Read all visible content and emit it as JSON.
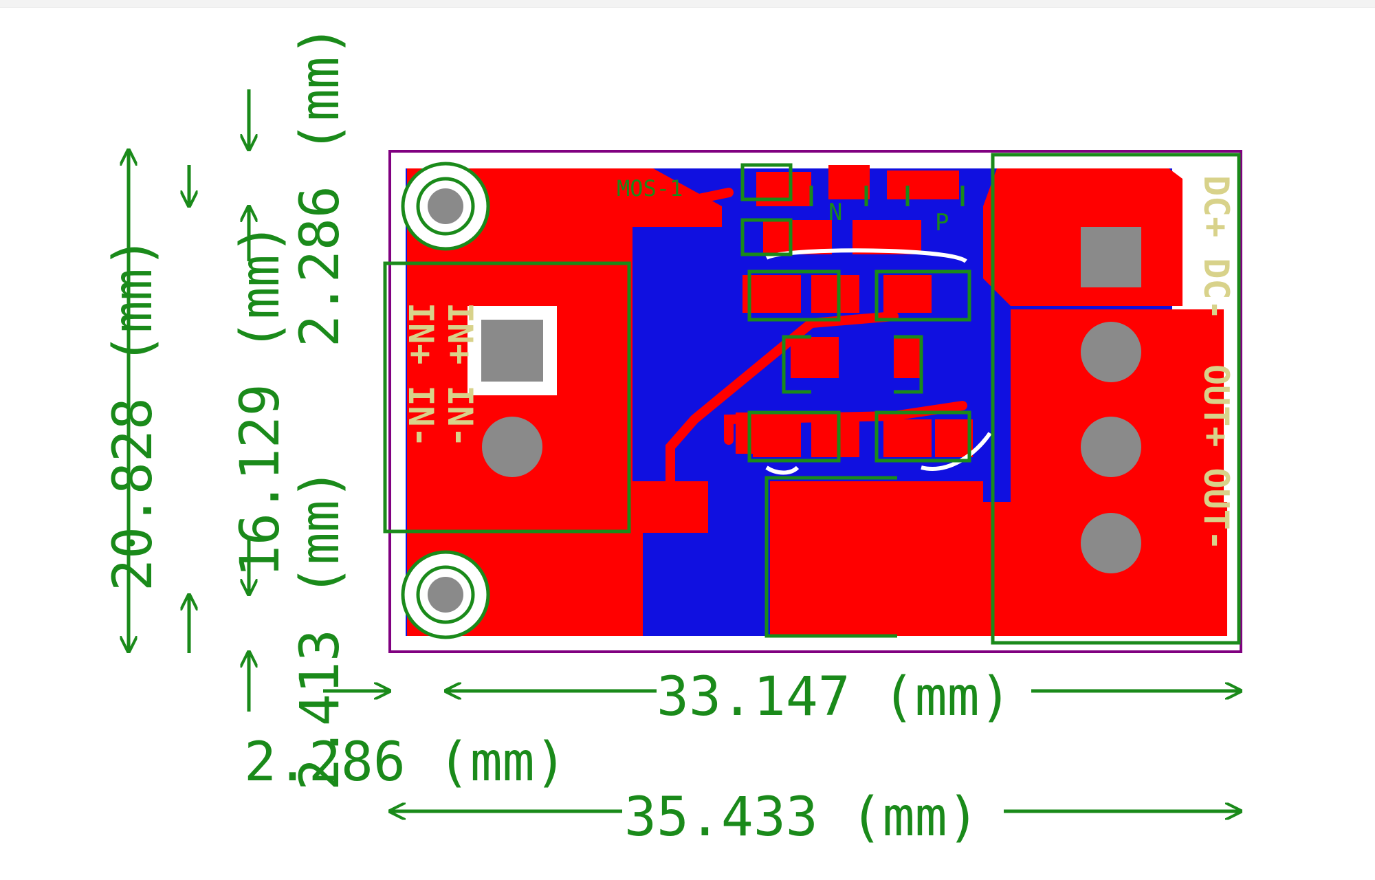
{
  "dimensions": {
    "height_total": "20.828 (mm)",
    "height_mid": "16.129 (mm)",
    "height_top": "2.286 (mm)",
    "height_bottom": "2.413 (mm)",
    "width_inner": "33.147 (mm)",
    "width_margin": "2.286 (mm)",
    "width_total": "35.433 (mm)"
  },
  "silkscreen": {
    "input_label_1": "IN+ IN-",
    "input_label_2": "IN+ IN-",
    "output_label_1": "DC+ DC-",
    "output_label_2": "OUT+ OUT-",
    "mosfet_label": "MOS-1",
    "n_label": "N",
    "p_label": "P"
  },
  "colors": {
    "copper_top": "#ff0000",
    "copper_bottom": "#1010e0",
    "outline": "#800080",
    "dimension": "#1a8a1a",
    "pad": "#8a8a8a",
    "silk": "#d8d28a"
  }
}
